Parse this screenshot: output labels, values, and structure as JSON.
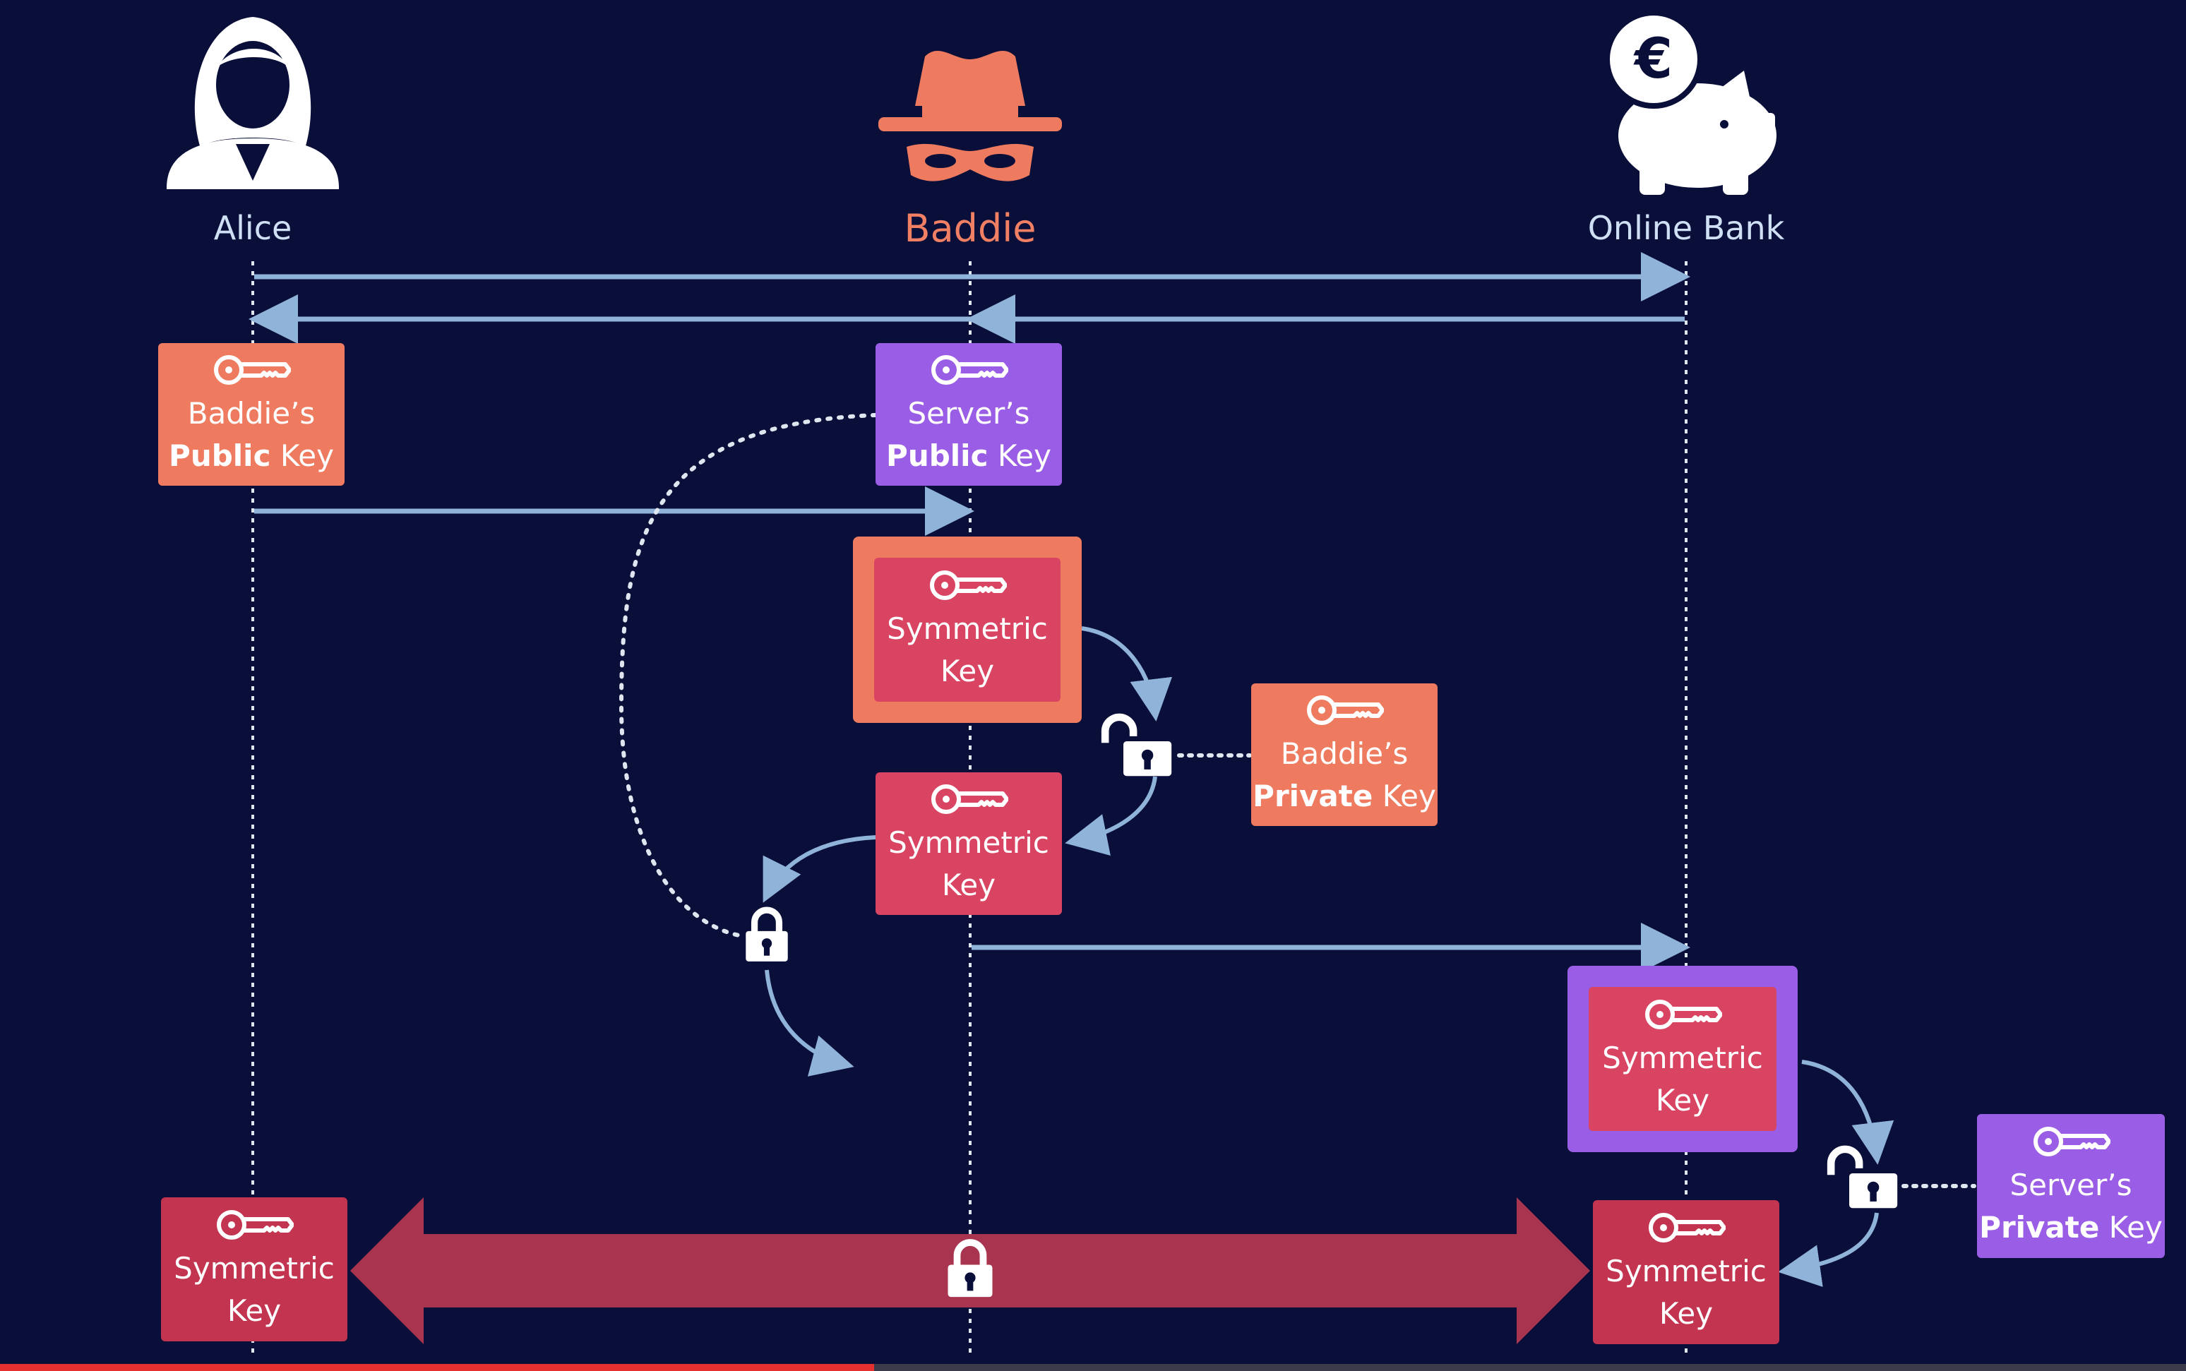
{
  "actors": {
    "alice": "Alice",
    "baddie": "Baddie",
    "bank": "Online Bank",
    "bank_symbol": "€"
  },
  "keys": {
    "baddie_public": {
      "line1": "Baddie’s",
      "line2_bold": "Public",
      "line2_rest": " Key"
    },
    "server_public": {
      "line1": "Server’s",
      "line2_bold": "Public",
      "line2_rest": " Key"
    },
    "baddie_private": {
      "line1": "Baddie’s",
      "line2_bold": "Private",
      "line2_rest": " Key"
    },
    "server_private": {
      "line1": "Server’s",
      "line2_bold": "Private",
      "line2_rest": " Key"
    },
    "symmetric_line1": "Symmetric",
    "symmetric_line2": "Key"
  },
  "colors": {
    "background": "#0a0f3a",
    "orange": "#ee7b5f",
    "purple": "#9a5ee6",
    "crimson": "#d94463",
    "dark_crimson": "#c2344f",
    "arrow": "#8fb3d9",
    "label": "#cfe0f5",
    "baddie_label": "#f07f63"
  },
  "icons": [
    "woman-icon",
    "spy-hat-icon",
    "piggy-bank-icon",
    "euro-coin-icon",
    "key-icon",
    "padlock-closed-icon",
    "padlock-open-icon"
  ],
  "video_progress": 0.4
}
